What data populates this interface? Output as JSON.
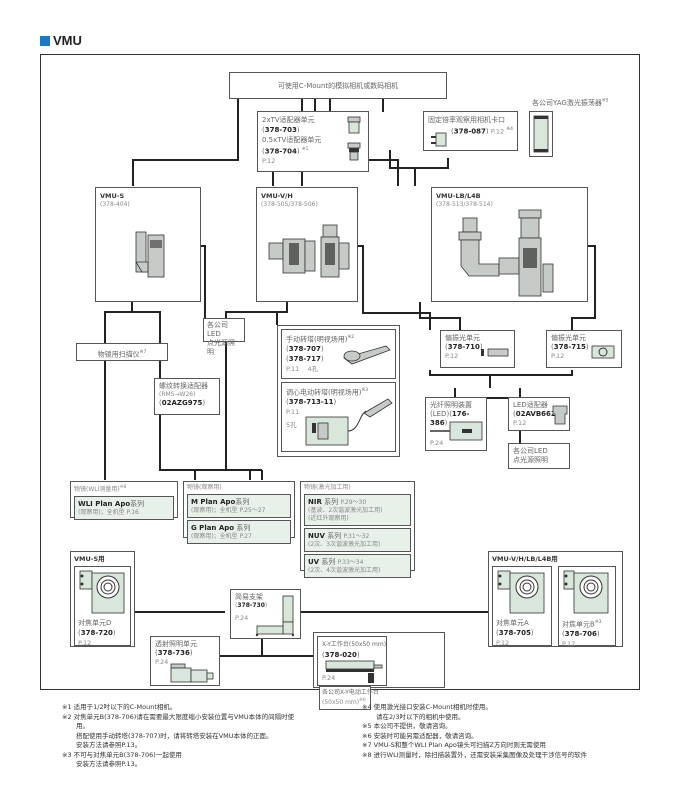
{
  "title": "VMU",
  "accent_color": "#1a7ac8",
  "camera": {
    "label": "可使用C-Mount的模拟相机或数码相机"
  },
  "tv_adapters": {
    "item1_label": "2xTV适配器单元",
    "item1_pn": "378-703",
    "item2_label": "0.5xTV适配器单元",
    "item2_pn": "378-704",
    "item2_note": "※1",
    "page": "P.12"
  },
  "fixed_mount": {
    "label": "固定倍率观察用相机卡口",
    "pn": "378-087",
    "page": "P.12",
    "note": "※4"
  },
  "yag": {
    "label": "各公司YAG激光振荡器",
    "note": "※5"
  },
  "vmu_s": {
    "name": "VMU-S",
    "pn": "378-404"
  },
  "vmu_vh": {
    "name": "VMU-V/H",
    "pn": "378-505/378-506"
  },
  "vmu_lb": {
    "name": "VMU-LB/L4B",
    "pn": "378-513/378-514"
  },
  "led_point_1": {
    "line1": "各公司LED",
    "line2": "点光源照明"
  },
  "scanner": {
    "label": "物镜用扫描仪",
    "note": "※7"
  },
  "thread_adapter": {
    "label": "螺纹转换适配器",
    "sub": "(RMS→W26)",
    "pn": "02AZG975"
  },
  "turret_manual": {
    "label": "手动转塔(明视场用)",
    "note": "※2",
    "pn1": "378-707",
    "pn2": "378-717",
    "page": "P.11",
    "holes": "4孔"
  },
  "turret_motor": {
    "label": "调心电动转塔(明视场用)",
    "note": "※3",
    "pn": "378-713-11",
    "page": "P.11",
    "holes": "5孔"
  },
  "coaxial_1": {
    "label": "偏振光单元",
    "pn": "378-710",
    "page": "P.12"
  },
  "coaxial_2": {
    "label": "偏振光单元",
    "pn": "378-715",
    "page": "P.12"
  },
  "fiber": {
    "label": "光纤照明装置",
    "prefix": "(LED)",
    "pn": "176-386",
    "page": "P.24"
  },
  "led_adapter": {
    "label": "LED适配器",
    "pn": "02AVB662",
    "page": "P.12"
  },
  "led_point_2": {
    "line1": "各公司LED",
    "line2": "点光源照明"
  },
  "obj_wli": {
    "header": "物镜(WLI测量用)",
    "note": "※8",
    "series": "WLI Plan Apo",
    "series_suffix": "系列",
    "sub": "(观察用)；全机型",
    "page": "P.16"
  },
  "obj_obs": {
    "header": "物镜(观察用)",
    "items": [
      {
        "series": "M Plan Apo",
        "suffix": "系列",
        "sub": "(观察用)；全机型",
        "page": "P.25～27"
      },
      {
        "series": "G Plan Apo",
        "suffix": " 系列",
        "sub": "(观察用)；全机型",
        "page": "P.27"
      }
    ]
  },
  "obj_laser": {
    "header": "物镜(激光加工用)",
    "items": [
      {
        "series": "NIR",
        "suffix": " 系列",
        "page": "P.29～30",
        "sub1": "(基波、2次谐波激光加工用)",
        "sub2": "(近红外观察用)"
      },
      {
        "series": "NUV",
        "suffix": " 系列",
        "page": "P.31～32",
        "sub1": "(2次、3次谐波激光加工用)"
      },
      {
        "series": "UV",
        "suffix": " 系列",
        "page": "P.33～34",
        "sub1": "(2次、4次谐波激光加工用)"
      }
    ]
  },
  "focus_s": {
    "header": "VMU-S用",
    "label": "对焦单元D",
    "pn": "378-720",
    "page": "P.12"
  },
  "focus_vh": {
    "header": "VMU-V/H/LB/L4B用",
    "items": [
      {
        "label": "对焦单元A",
        "note": "",
        "pn": "378-705",
        "page": "P.12"
      },
      {
        "label": "对焦单元B",
        "note": "※3",
        "pn": "378-706",
        "page": "P.12"
      }
    ]
  },
  "stand": {
    "label": "简易支架",
    "pn": "378-730",
    "page": "P.24"
  },
  "transmit": {
    "label": "透射照明单元",
    "pn": "378-736",
    "page": "P.24"
  },
  "xy_stage": {
    "label": "X-Y工作台(50x50 mm)",
    "pn": "378-020",
    "page": "P.24"
  },
  "xy_motor": {
    "label": "各公司X-Y电动工作台",
    "sub": "(50x50 mm)",
    "note": "※6"
  },
  "notes_left": [
    "※1 适用于1/2吋以下的C-Mount相机。",
    "※2 对焦单元B(378-706)请在需要最大限度缩小安装位置与VMU本体的间隔时使",
    "用。",
    "搭配使用手动转塔(378-707)时，请将转塔安装在VMU本体的正面。",
    "安装方法请参照P.13。",
    "※3 不可与对焦单元B(378-706)一起使用",
    "安装方法请参照P.13。"
  ],
  "notes_right": [
    "※4 使用激光接口安装C-Mount相机时使用。",
    "请在2/3吋以下的相机中使用。",
    "※5 本公司不提供，敬请咨询。",
    "※6 安装时可能另需适配器，敬请咨询。",
    "※7 VMU-S和整个WLI Plan Apo镜头可扫描Z方向时则无需使用",
    "※8 进行WLI测量时，除扫描装置外，还需安装采集图像及处理干涉信号的软件"
  ]
}
